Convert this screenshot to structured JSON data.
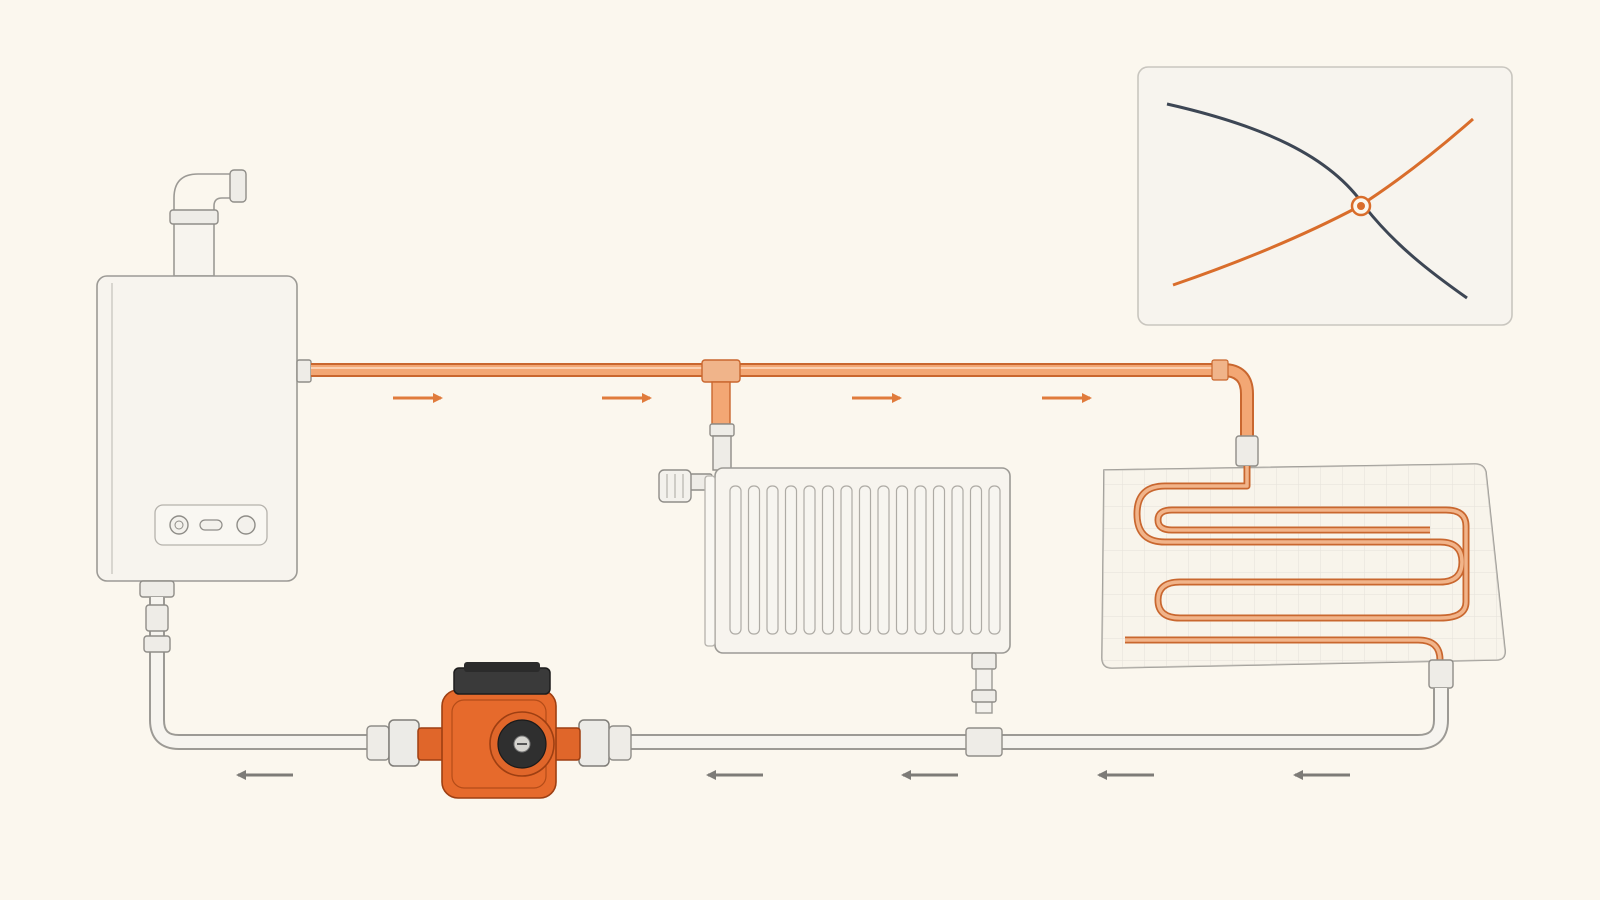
{
  "diagram": {
    "components": [
      {
        "id": "boiler",
        "label": ""
      },
      {
        "id": "circulator-pump",
        "label": ""
      },
      {
        "id": "panel-radiator",
        "label": ""
      },
      {
        "id": "underfloor-heating-loop",
        "label": ""
      }
    ],
    "inset_chart": {
      "title": "",
      "curves": [
        {
          "id": "system-curve",
          "color": "#d96d2b"
        },
        {
          "id": "pump-curve",
          "color": "#3d4654"
        }
      ],
      "operating_point": true
    },
    "flow": {
      "supply_color": "#e07b3c",
      "return_color": "#7d7b77",
      "supply_arrows": 4,
      "return_arrows": 5
    },
    "colors": {
      "background": "#fbf7ee",
      "copper": "#e2874a",
      "pump_body": "#e0662a",
      "pump_motor_cap": "#2f2f2f"
    },
    "icons": [
      "flow-arrow-right-icon",
      "flow-arrow-left-icon",
      "boiler-button-icon"
    ]
  }
}
